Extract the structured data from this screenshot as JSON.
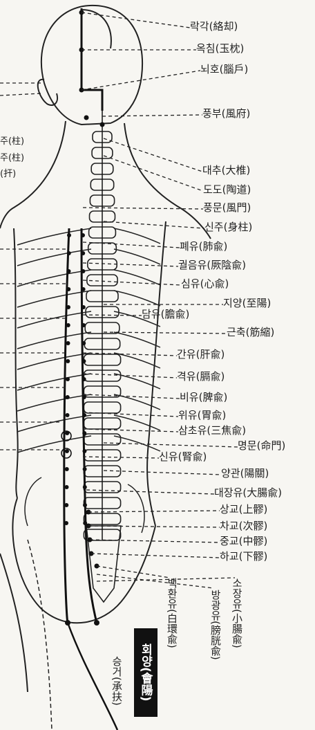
{
  "labels": [
    "락각(絡却)",
    "옥침(玉枕)",
    "뇌호(腦戶)",
    "풍부(風府)",
    "대추(大椎)",
    "도도(陶道)",
    "풍문(風門)",
    "신주(身柱)",
    "폐유(肺兪)",
    "궐음유(厥陰兪)",
    "심유(心兪)",
    "지양(至陽)",
    "담유(膽兪)",
    "근축(筋縮)",
    "간유(肝兪)",
    "격유(膈兪)",
    "비유(脾兪)",
    "위유(胃兪)",
    "삼초유(三焦兪)",
    "신유(腎兪)",
    "명문(命門)",
    "양관(陽關)",
    "대장유(大腸兪)",
    "상교(上髎)",
    "차교(次髎)",
    "중교(中髎)",
    "하교(下髎)"
  ],
  "vertical_labels": [
    "백환유(白環兪)",
    "방광유(膀胱兪)",
    "소장유(小腸兪)",
    "승거(承扶)"
  ],
  "highlight": "회양(會陽)",
  "edge_labels": [
    "주(柱)",
    "주(柱)",
    "(扞)"
  ],
  "colors": {
    "ink": "#222222",
    "paper": "#f7f6f2",
    "highlight_bg": "#111111"
  }
}
